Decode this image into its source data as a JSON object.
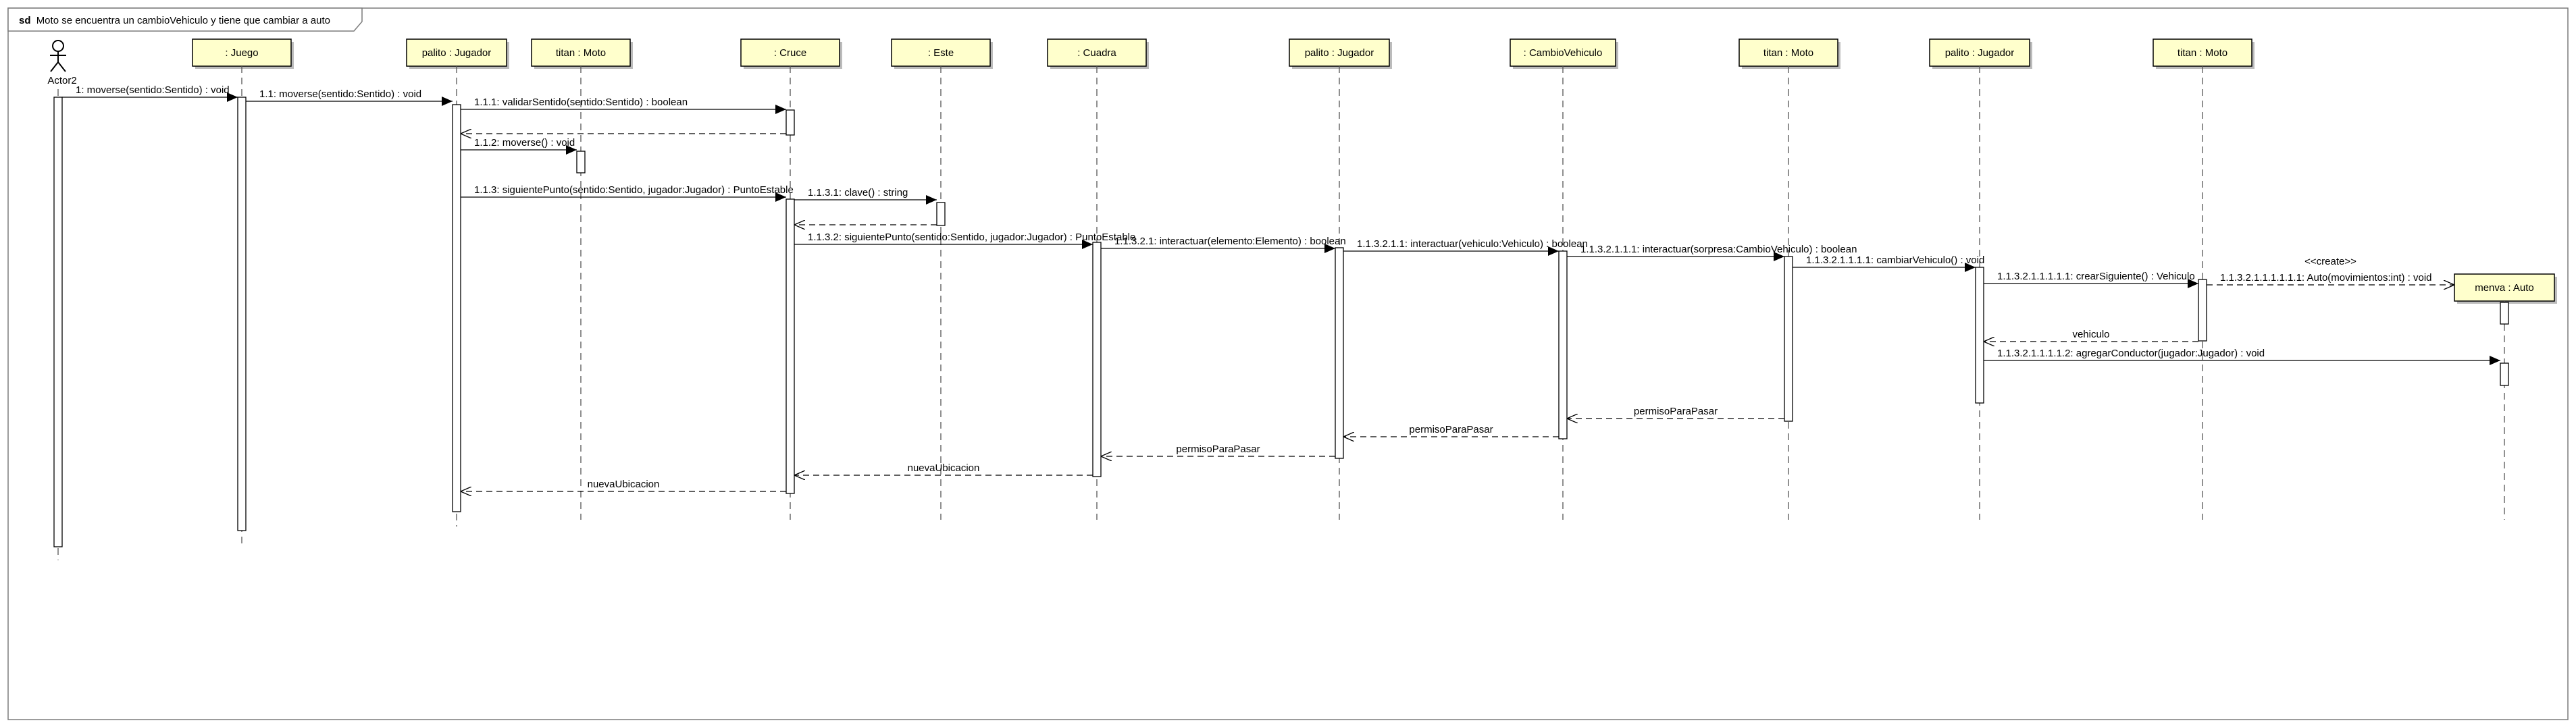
{
  "frame": {
    "keyword": "sd",
    "title": "Moto se encuentra un cambioVehiculo y tiene que cambiar a auto"
  },
  "lifelines": [
    {
      "id": "actor",
      "label": "Actor2",
      "kind": "actor"
    },
    {
      "id": "juego",
      "label": ": Juego"
    },
    {
      "id": "palito1",
      "label": "palito : Jugador"
    },
    {
      "id": "titan1",
      "label": "titan : Moto"
    },
    {
      "id": "cruce",
      "label": ": Cruce"
    },
    {
      "id": "este",
      "label": ": Este"
    },
    {
      "id": "cuadra",
      "label": ": Cuadra"
    },
    {
      "id": "palito2",
      "label": "palito : Jugador"
    },
    {
      "id": "cambio",
      "label": ": CambioVehiculo"
    },
    {
      "id": "titan2",
      "label": "titan : Moto"
    },
    {
      "id": "palito3",
      "label": "palito : Jugador"
    },
    {
      "id": "titan3",
      "label": "titan : Moto"
    },
    {
      "id": "menva",
      "label": "menva : Auto"
    }
  ],
  "messages": [
    {
      "from": "actor",
      "to": "juego",
      "label": "1: moverse(sentido:Sentido) : void",
      "kind": "call"
    },
    {
      "from": "juego",
      "to": "palito1",
      "label": "1.1: moverse(sentido:Sentido) : void",
      "kind": "call"
    },
    {
      "from": "palito1",
      "to": "cruce",
      "label": "1.1.1: validarSentido(sentido:Sentido) : boolean",
      "kind": "call"
    },
    {
      "from": "cruce",
      "to": "palito1",
      "label": "",
      "kind": "return"
    },
    {
      "from": "palito1",
      "to": "titan1",
      "label": "1.1.2: moverse() : void",
      "kind": "call"
    },
    {
      "from": "palito1",
      "to": "cruce",
      "label": "1.1.3: siguientePunto(sentido:Sentido, jugador:Jugador) : PuntoEstable",
      "kind": "call"
    },
    {
      "from": "cruce",
      "to": "este",
      "label": "1.1.3.1: clave() : string",
      "kind": "call"
    },
    {
      "from": "este",
      "to": "cruce",
      "label": "",
      "kind": "return"
    },
    {
      "from": "cruce",
      "to": "cuadra",
      "label": "1.1.3.2: siguientePunto(sentido:Sentido, jugador:Jugador) : PuntoEstable",
      "kind": "call"
    },
    {
      "from": "cuadra",
      "to": "palito2",
      "label": "1.1.3.2.1: interactuar(elemento:Elemento) : boolean",
      "kind": "call"
    },
    {
      "from": "palito2",
      "to": "cambio",
      "label": "1.1.3.2.1.1: interactuar(vehiculo:Vehiculo) : boolean",
      "kind": "call"
    },
    {
      "from": "cambio",
      "to": "titan2",
      "label": "1.1.3.2.1.1.1: interactuar(sorpresa:CambioVehiculo) : boolean",
      "kind": "call"
    },
    {
      "from": "titan2",
      "to": "palito3",
      "label": "1.1.3.2.1.1.1.1: cambiarVehiculo() : void",
      "kind": "call"
    },
    {
      "from": "palito3",
      "to": "titan3",
      "label": "1.1.3.2.1.1.1.1.1: crearSiguiente() : Vehiculo",
      "kind": "call"
    },
    {
      "from": "titan3",
      "to": "menva",
      "label": "1.1.3.2.1.1.1.1.1.1: Auto(movimientos:int) : void",
      "kind": "create",
      "stereotype": "<<create>>"
    },
    {
      "from": "titan3",
      "to": "palito3",
      "label": "vehiculo",
      "kind": "return"
    },
    {
      "from": "palito3",
      "to": "menva",
      "label": "1.1.3.2.1.1.1.1.2: agregarConductor(jugador:Jugador) : void",
      "kind": "call"
    },
    {
      "from": "titan2",
      "to": "cambio",
      "label": "permisoParaPasar",
      "kind": "return"
    },
    {
      "from": "cambio",
      "to": "palito2",
      "label": "permisoParaPasar",
      "kind": "return"
    },
    {
      "from": "palito2",
      "to": "cuadra",
      "label": "permisoParaPasar",
      "kind": "return"
    },
    {
      "from": "cuadra",
      "to": "cruce",
      "label": "nuevaUbicacion",
      "kind": "return"
    },
    {
      "from": "cruce",
      "to": "palito1",
      "label": "nuevaUbicacion",
      "kind": "return"
    }
  ]
}
